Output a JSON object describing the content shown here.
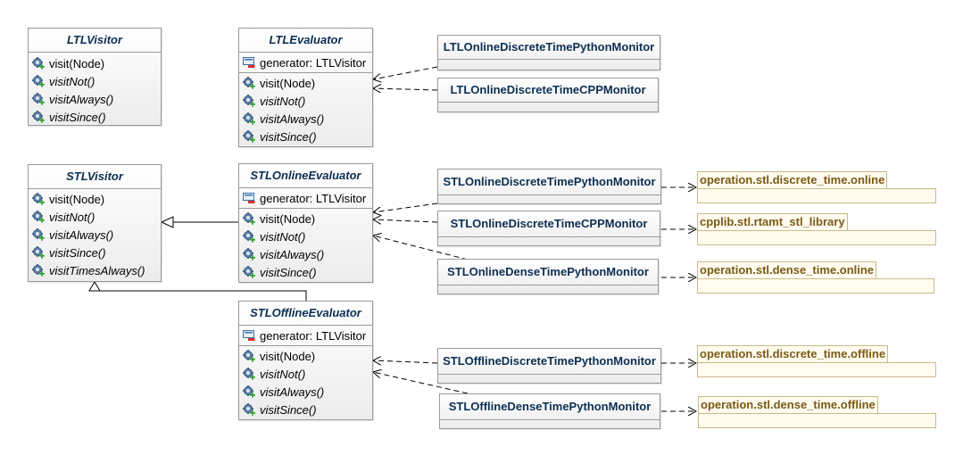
{
  "ltl_visitor": {
    "name": "LTLVisitor",
    "methods": [
      "visit(Node)",
      "visitNot()",
      "visitAlways()",
      "visitSince()"
    ]
  },
  "ltl_evaluator": {
    "name": "LTLEvaluator",
    "attribute": "generator: LTLVisitor",
    "methods": [
      "visit(Node)",
      "visitNot()",
      "visitAlways()",
      "visitSince()"
    ]
  },
  "stl_visitor": {
    "name": "STLVisitor",
    "methods": [
      "visit(Node)",
      "visitNot()",
      "visitAlways()",
      "visitSince()",
      "visitTimesAlways()"
    ]
  },
  "stl_online_evaluator": {
    "name": "STLOnlineEvaluator",
    "attribute": "generator: LTLVisitor",
    "methods": [
      "visit(Node)",
      "visitNot()",
      "visitAlways()",
      "visitSince()"
    ]
  },
  "stl_offline_evaluator": {
    "name": "STLOfflineEvaluator",
    "attribute": "generator: LTLVisitor",
    "methods": [
      "visit(Node)",
      "visitNot()",
      "visitAlways()",
      "visitSince()"
    ]
  },
  "monitors": {
    "ltl_py": "LTLOnlineDiscreteTimePythonMonitor",
    "ltl_cpp": "LTLOnlineDiscreteTimeCPPMonitor",
    "stl_online_py": "STLOnlineDiscreteTimePythonMonitor",
    "stl_online_cpp": "STLOnlineDiscreteTimeCPPMonitor",
    "stl_online_dense": "STLOnlineDenseTimePythonMonitor",
    "stl_offline_py": "STLOfflineDiscreteTimePythonMonitor",
    "stl_offline_dense": "STLOfflineDenseTimePythonMonitor"
  },
  "packages": {
    "p1": "operation.stl.discrete_time.online",
    "p2": "cpplib.stl.rtamt_stl_library",
    "p3": "operation.stl.dense_time.online",
    "p4": "operation.stl.discrete_time.offline",
    "p5": "operation.stl.dense_time.offline"
  },
  "icons": {
    "method": "gear-plus-icon",
    "attribute": "field-private-icon"
  },
  "colors": {
    "class_name": "#0b2f52",
    "package_text": "#7a5a17",
    "package_fill": "#fffbee"
  }
}
